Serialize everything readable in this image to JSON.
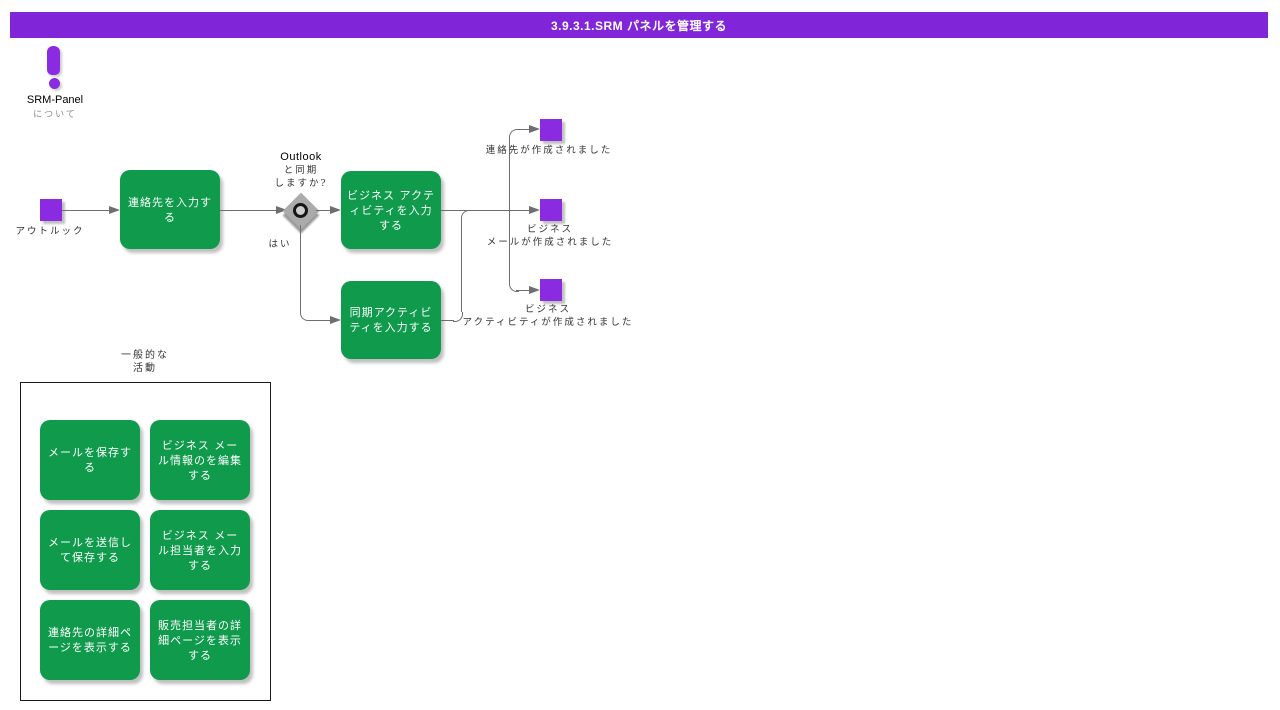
{
  "colors": {
    "purple": "#8A2BE2",
    "header_purple": "#8125D8",
    "green": "#0F9A4C",
    "line": "#6E6E6E"
  },
  "header": {
    "title": "3.9.3.1.SRM パネルを管理する"
  },
  "note": {
    "title": "SRM-Panel",
    "subtitle": "について"
  },
  "flow": {
    "start": {
      "label": "アウトルック"
    },
    "tasks": {
      "enter_contact": "連絡先を入力する",
      "enter_business_activity": "ビジネス アクティビティを入力する",
      "enter_sync_activity": "同期アクティビティを入力する"
    },
    "decision": {
      "line1": "Outlook",
      "line2": "と同期",
      "line3": "しますか?",
      "yes": "はい"
    },
    "events": {
      "contact_created": {
        "line1": "連絡先が作成されました"
      },
      "business_mail_created": {
        "line1": "ビジネス",
        "line2": "メールが作成されました"
      },
      "business_activity_created": {
        "line1": "ビジネス",
        "line2": "アクティビティが作成されました"
      }
    }
  },
  "general": {
    "title_line1": "一般的な",
    "title_line2": "活動",
    "items": [
      "メールを保存する",
      "ビジネス メール情報のを編集する",
      "メールを送信して保存する",
      "ビジネス メール担当者を入力する",
      "連絡先の詳細ページを表示する",
      "販売担当者の詳細ページを表示する"
    ]
  }
}
